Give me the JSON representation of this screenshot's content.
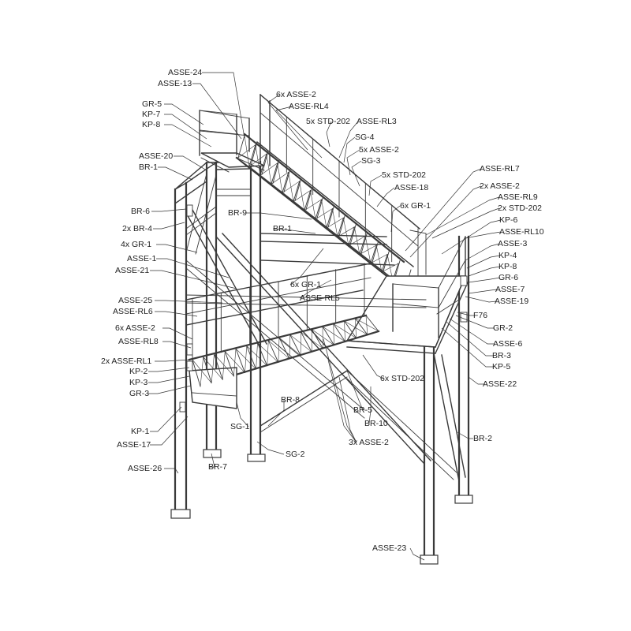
{
  "labels": [
    {
      "id": "asse-24",
      "text": "ASSE-24"
    },
    {
      "id": "asse-13",
      "text": "ASSE-13"
    },
    {
      "id": "gr-5",
      "text": "GR-5"
    },
    {
      "id": "kp-7",
      "text": "KP-7"
    },
    {
      "id": "kp-8-top",
      "text": "KP-8"
    },
    {
      "id": "asse-20",
      "text": "ASSE-20"
    },
    {
      "id": "br-1-left",
      "text": "BR-1"
    },
    {
      "id": "br-6",
      "text": "BR-6"
    },
    {
      "id": "2x-br-4",
      "text": "2x BR-4"
    },
    {
      "id": "4x-gr-1",
      "text": "4x GR-1"
    },
    {
      "id": "asse-1",
      "text": "ASSE-1"
    },
    {
      "id": "asse-21",
      "text": "ASSE-21"
    },
    {
      "id": "asse-25",
      "text": "ASSE-25"
    },
    {
      "id": "asse-rl6",
      "text": "ASSE-RL6"
    },
    {
      "id": "6x-asse-2-left",
      "text": "6x ASSE-2"
    },
    {
      "id": "asse-rl8",
      "text": "ASSE-RL8"
    },
    {
      "id": "2x-asse-rl1",
      "text": "2x ASSE-RL1"
    },
    {
      "id": "kp-2",
      "text": "KP-2"
    },
    {
      "id": "kp-3",
      "text": "KP-3"
    },
    {
      "id": "gr-3",
      "text": "GR-3"
    },
    {
      "id": "kp-1",
      "text": "KP-1"
    },
    {
      "id": "asse-17",
      "text": "ASSE-17"
    },
    {
      "id": "asse-26",
      "text": "ASSE-26"
    },
    {
      "id": "br-7",
      "text": "BR-7"
    },
    {
      "id": "sg-1",
      "text": "SG-1"
    },
    {
      "id": "sg-2",
      "text": "SG-2"
    },
    {
      "id": "br-8",
      "text": "BR-8"
    },
    {
      "id": "br-9",
      "text": "BR-9"
    },
    {
      "id": "br-1-mid",
      "text": "BR-1"
    },
    {
      "id": "6x-gr-1-mid",
      "text": "6x GR-1"
    },
    {
      "id": "asse-rl5",
      "text": "ASSE-RL5"
    },
    {
      "id": "6x-asse-2-top",
      "text": "6x ASSE-2"
    },
    {
      "id": "asse-rl4",
      "text": "ASSE-RL4"
    },
    {
      "id": "5x-std-202-top",
      "text": "5x STD-202"
    },
    {
      "id": "asse-rl3",
      "text": "ASSE-RL3"
    },
    {
      "id": "sg-4",
      "text": "SG-4"
    },
    {
      "id": "5x-asse-2",
      "text": "5x ASSE-2"
    },
    {
      "id": "sg-3",
      "text": "SG-3"
    },
    {
      "id": "5x-std-202-mid",
      "text": "5x STD-202"
    },
    {
      "id": "asse-18",
      "text": "ASSE-18"
    },
    {
      "id": "6x-gr-1-right",
      "text": "6x GR-1"
    },
    {
      "id": "asse-rl7",
      "text": "ASSE-RL7"
    },
    {
      "id": "2x-asse-2",
      "text": "2x ASSE-2"
    },
    {
      "id": "asse-rl9",
      "text": "ASSE-RL9"
    },
    {
      "id": "2x-std-202",
      "text": "2x STD-202"
    },
    {
      "id": "kp-6",
      "text": "KP-6"
    },
    {
      "id": "asse-rl10",
      "text": "ASSE-RL10"
    },
    {
      "id": "asse-3",
      "text": "ASSE-3"
    },
    {
      "id": "kp-4",
      "text": "KP-4"
    },
    {
      "id": "kp-8-right",
      "text": "KP-8"
    },
    {
      "id": "gr-6",
      "text": "GR-6"
    },
    {
      "id": "asse-7",
      "text": "ASSE-7"
    },
    {
      "id": "asse-19",
      "text": "ASSE-19"
    },
    {
      "id": "f76",
      "text": "F76"
    },
    {
      "id": "gr-2",
      "text": "GR-2"
    },
    {
      "id": "asse-6",
      "text": "ASSE-6"
    },
    {
      "id": "br-3",
      "text": "BR-3"
    },
    {
      "id": "kp-5",
      "text": "KP-5"
    },
    {
      "id": "asse-22",
      "text": "ASSE-22"
    },
    {
      "id": "6x-std-202-low",
      "text": "6x STD-202"
    },
    {
      "id": "br-5",
      "text": "BR-5"
    },
    {
      "id": "br-10",
      "text": "BR-10"
    },
    {
      "id": "3x-asse-2",
      "text": "3x ASSE-2"
    },
    {
      "id": "br-2",
      "text": "BR-2"
    },
    {
      "id": "asse-23",
      "text": "ASSE-23"
    }
  ]
}
